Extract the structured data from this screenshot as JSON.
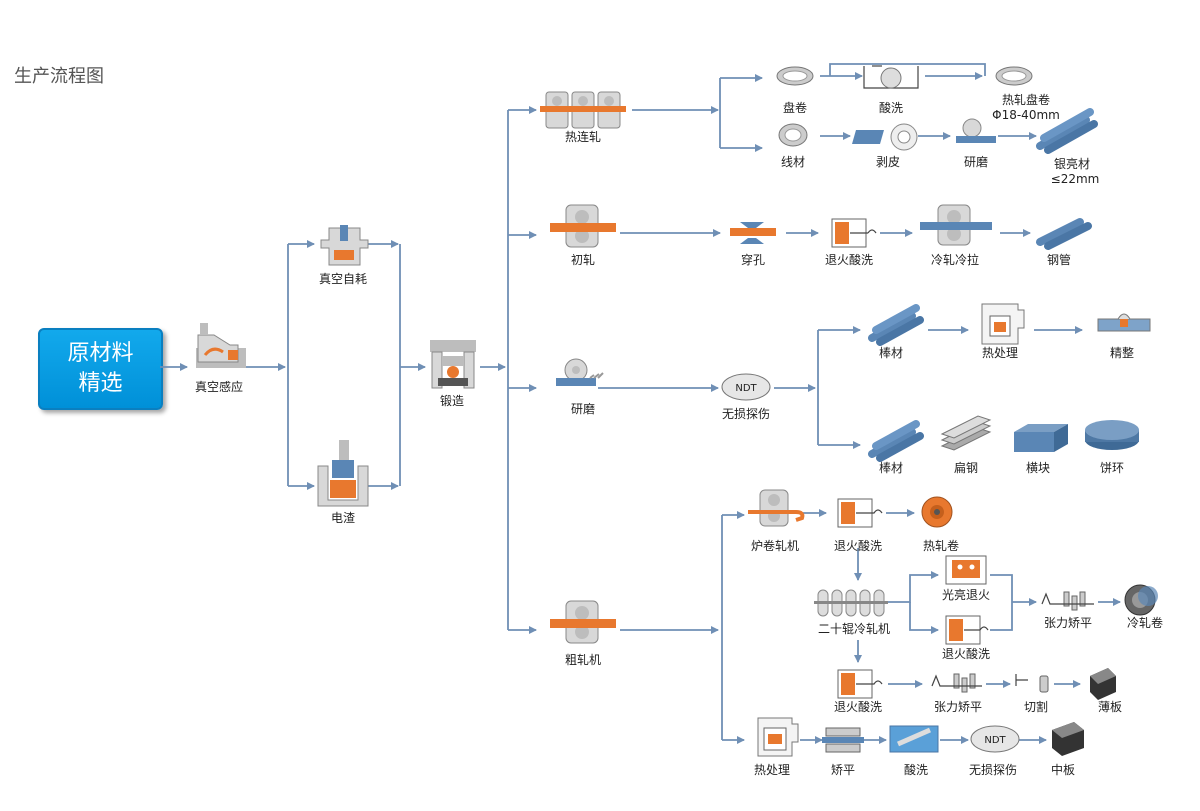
{
  "title": "生产流程图",
  "start_box": {
    "line1": "原材料",
    "line2": "精选"
  },
  "colors": {
    "arrow": "#6f8fb5",
    "orange": "#e8782e",
    "steel_blue": "#5a86b5",
    "start_box": "#0a9fe6"
  },
  "nodes": {
    "vacuum_induction": "真空感应",
    "vacuum_consumable": "真空自耗",
    "electroslag": "电渣",
    "forging": "锻造",
    "hot_continuous_rolling": "热连轧",
    "blooming": "初轧",
    "grinding_1": "研磨",
    "rough_rolling": "粗轧机",
    "coil": "盘卷",
    "pickling_1": "酸洗",
    "hot_rolled_coil_line1": "热轧盘卷",
    "hot_rolled_coil_line2": "Φ18-40mm",
    "wire": "线材",
    "peeling": "剥皮",
    "grinding_2": "研磨",
    "bright_bar_line1": "银亮材",
    "bright_bar_line2": "≤22mm",
    "piercing": "穿孔",
    "anneal_pickle_1": "退火酸洗",
    "cold_roll_draw": "冷轧冷拉",
    "steel_pipe": "钢管",
    "ndt_label": "NDT",
    "ndt_1": "无损探伤",
    "bar_1": "棒材",
    "heat_treatment_1": "热处理",
    "finishing": "精整",
    "bar_2": "棒材",
    "flat_steel": "扁钢",
    "block": "横块",
    "cake_ring": "饼环",
    "steckel_mill": "炉卷轧机",
    "anneal_pickle_2": "退火酸洗",
    "hot_rolled_roll": "热轧卷",
    "twenty_high_mill": "二十辊冷轧机",
    "bright_anneal": "光亮退火",
    "anneal_pickle_3": "退火酸洗",
    "tension_level_1": "张力矫平",
    "cold_rolled_coil": "冷轧卷",
    "anneal_pickle_4": "退火酸洗",
    "tension_level_2": "张力矫平",
    "cutting": "切割",
    "thin_plate": "薄板",
    "heat_treatment_2": "热处理",
    "straightening": "矫平",
    "pickling_2": "酸洗",
    "ndt_2": "无损探伤",
    "medium_plate": "中板"
  }
}
